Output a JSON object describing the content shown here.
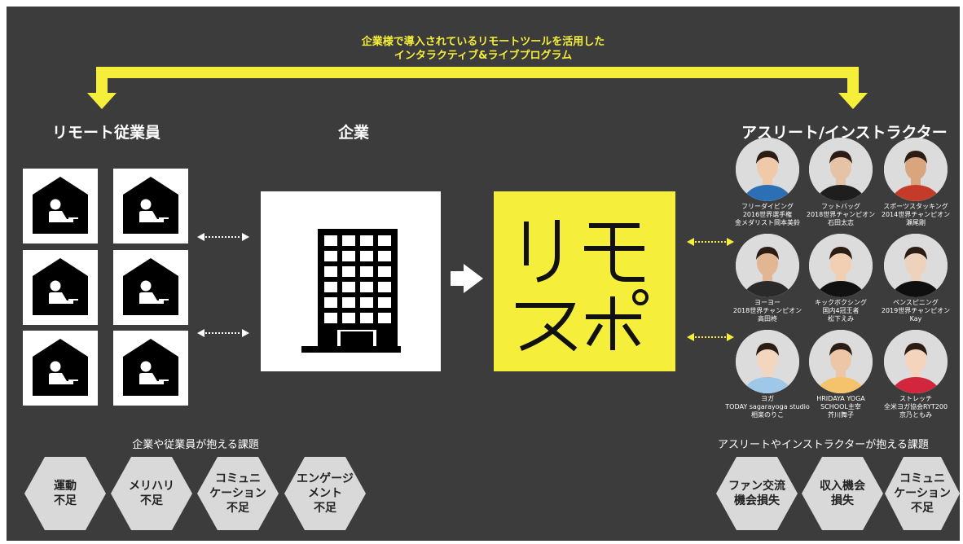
{
  "header": {
    "line1": "企業様で導入されているリモートツールを活用した",
    "line2": "インタラクティブ&ライブプログラム"
  },
  "columns": {
    "employees": "リモート従業員",
    "company": "企業",
    "athletes": "アスリート/インストラクター"
  },
  "logo": {
    "text": "リモスポ",
    "line1": "リモ",
    "line2": "スポ"
  },
  "athletes": [
    {
      "caption": "フリーダイビング\n2016世界選手権\n金メダリスト岡本美鈴",
      "skin": "#f0c9a8",
      "shirt": "#2d6fb5"
    },
    {
      "caption": "フットバッグ\n2018世界チャンピオン\n石田太志",
      "skin": "#e6c3a6",
      "shirt": "#1e1e1e"
    },
    {
      "caption": "スポーツスタッキング\n2014世界チャンピオン\n瀬尾剛",
      "skin": "#d9a57f",
      "shirt": "#c53b2a"
    },
    {
      "caption": "ヨーヨー\n2018世界チャンピオン\n高田柊",
      "skin": "#e2b593",
      "shirt": "#2a2a2a"
    },
    {
      "caption": "キックボクシング\n国内4冠王者\n松下えみ",
      "skin": "#f2cfb3",
      "shirt": "#111111"
    },
    {
      "caption": "ペンスピニング\n2019世界チャンピオン\nKay",
      "skin": "#efd2bc",
      "shirt": "#0f0f0f"
    },
    {
      "caption": "ヨガ\nTODAY sagarayoga studio\n相楽のりこ",
      "skin": "#f3d6c0",
      "shirt": "#9fc7e8"
    },
    {
      "caption": "HRIDAYA YOGA\nSCHOOL主宰\n芥川舞子",
      "skin": "#ecc6a6",
      "shirt": "#f4c36b"
    },
    {
      "caption": "ストレッチ\n全米ヨガ協会RYT200\n京乃ともみ",
      "skin": "#f5d3bd",
      "shirt": "#d2263c"
    }
  ],
  "issues_left": {
    "title": "企業や従業員が抱える課題",
    "items": [
      "運動\n不足",
      "メリハリ\n不足",
      "コミュニ\nケーション\n不足",
      "エンゲージ\nメント\n不足"
    ]
  },
  "issues_right": {
    "title": "アスリートやインストラクターが抱える課題",
    "items": [
      "ファン交流\n機会損失",
      "収入機会\n損失",
      "コミュニ\nケーション\n不足"
    ]
  },
  "colors": {
    "background": "#3c3c3c",
    "accent_yellow": "#f5ef3b",
    "hexagon": "#d9d9d9",
    "card": "#ffffff"
  }
}
